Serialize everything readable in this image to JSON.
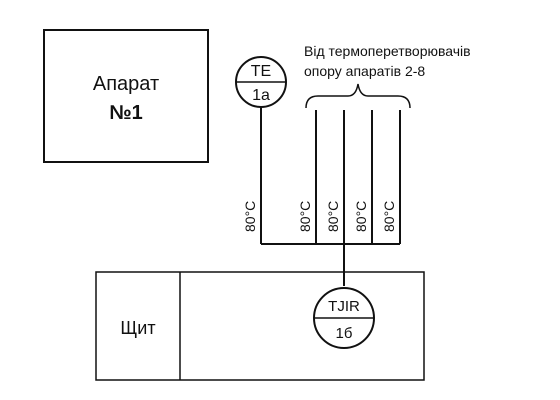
{
  "apparatus": {
    "line1": "Апарат",
    "line2": "№1"
  },
  "te_sensor": {
    "top": "TE",
    "bottom": "1а"
  },
  "note": {
    "line1": "Від термоперетворювачів",
    "line2": "опору апаратів 2-8"
  },
  "temperatures": [
    "80°C",
    "80°C",
    "80°C",
    "80°C",
    "80°C"
  ],
  "panel": {
    "label": "Щит"
  },
  "tjir": {
    "top": "TJIR",
    "bottom": "1б"
  }
}
